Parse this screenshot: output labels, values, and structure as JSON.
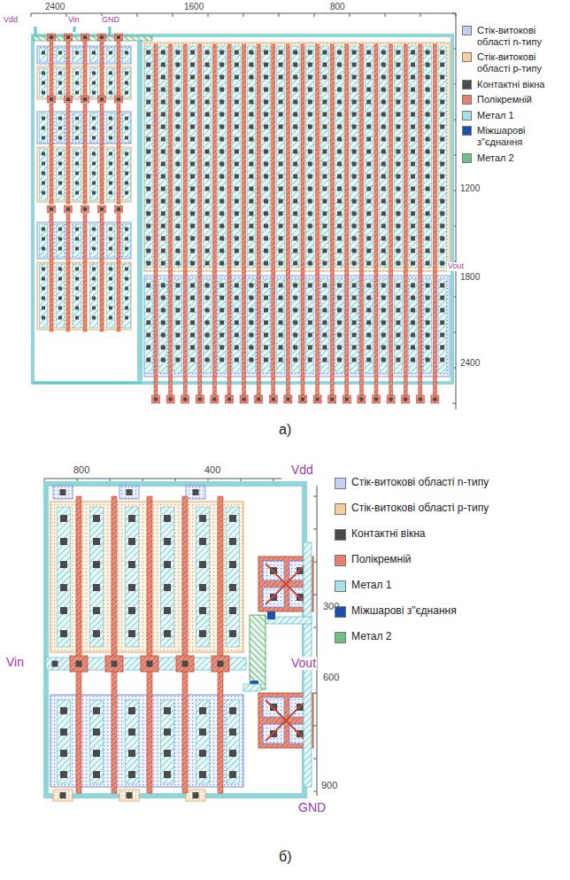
{
  "diagram": {
    "labels": [
      "2400",
      "1600",
      "800",
      "Vdd",
      "Vin",
      "GND",
      "1200",
      "Vout",
      "1800",
      "2400",
      "а)",
      "800",
      "400",
      "Vdd",
      "300",
      "Vin",
      "Vout",
      "600",
      "900",
      "GND",
      "б)"
    ],
    "legend": [
      {
        "text": "Стік-витокові області n-типу",
        "color": "#c3cff3"
      },
      {
        "text": "Стік-витокові області p-типу",
        "color": "#f6cf9f"
      },
      {
        "text": "Контактні вікна",
        "color": "#4a4a4a"
      },
      {
        "text": "Полікремній",
        "color": "#e6806c"
      },
      {
        "text": "Метал 1",
        "color": "#a9e1e4"
      },
      {
        "text": "Міжшарові з\"єднання",
        "color": "#1f4fb0"
      },
      {
        "text": "Метал 2",
        "color": "#6cbf86"
      },
      {
        "text": "Стік-витокові області n-типу",
        "color": "#c3cff3"
      },
      {
        "text": "Стік-витокові області p-типу",
        "color": "#f6cf9f"
      },
      {
        "text": "Контактні вікна",
        "color": "#4a4a4a"
      },
      {
        "text": "Полікремній",
        "color": "#e6806c"
      },
      {
        "text": "Метал 1",
        "color": "#a9e1e4"
      },
      {
        "text": "Міжшарові з\"єднання",
        "color": "#1f4fb0"
      },
      {
        "text": "Метал 2",
        "color": "#6cbf86"
      }
    ]
  }
}
